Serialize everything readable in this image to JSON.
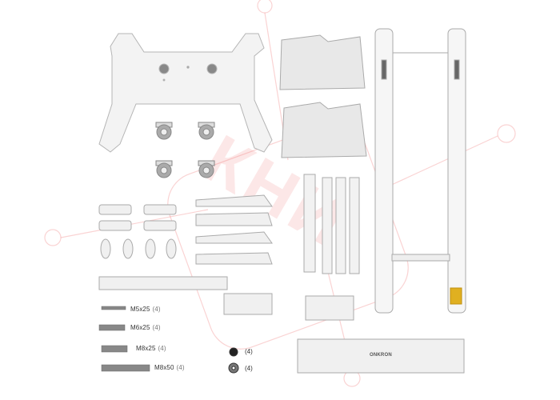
{
  "parts": {
    "screws": [
      {
        "size": "M5x25",
        "qty": "(4)"
      },
      {
        "size": "M6x25",
        "qty": "(4)"
      },
      {
        "size": "M8x25",
        "qty": "(4)"
      },
      {
        "size": "M8x50",
        "qty": "(4)"
      }
    ],
    "washers": [
      {
        "qty": "(4)"
      },
      {
        "qty": "(4)"
      }
    ]
  },
  "brand_text": "ONKRON",
  "watermark_text": "КНИ",
  "colors": {
    "part_fill": "#f2f2f2",
    "part_stroke": "#b5b5b5",
    "watermark": "#f08080",
    "warning_sticker": "#e0b020"
  }
}
